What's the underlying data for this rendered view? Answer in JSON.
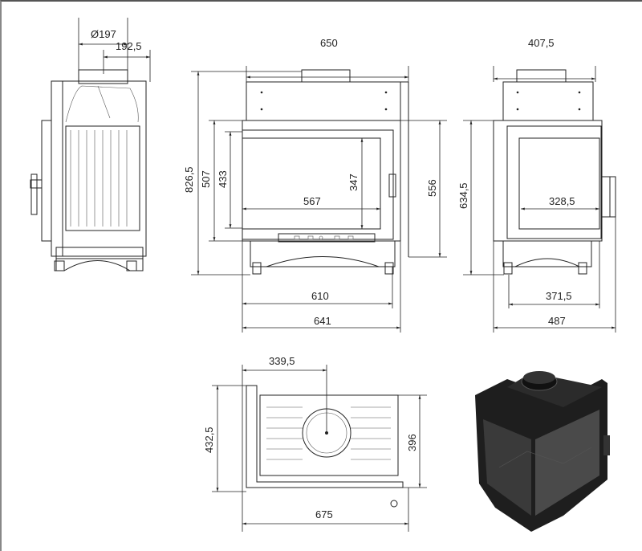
{
  "title": "Fireplace insert dimension drawing",
  "dimensions": {
    "side_flue_diameter": "Ø197",
    "side_flue_offset": "192,5",
    "front_top_width": "650",
    "front_total_height": "826,5",
    "front_body_height": "507",
    "front_door_height": "433",
    "front_glass_height": "347",
    "front_glass_width": "567",
    "front_side_height": "556",
    "front_base_width": "610",
    "front_overall_width": "641",
    "right_top_width": "407,5",
    "right_total_height": "634,5",
    "right_glass_width": "328,5",
    "right_base_width": "371,5",
    "right_overall_width": "487",
    "plan_flue_offset": "339,5",
    "plan_depth": "432,5",
    "plan_inner_depth": "396",
    "plan_width": "675"
  }
}
